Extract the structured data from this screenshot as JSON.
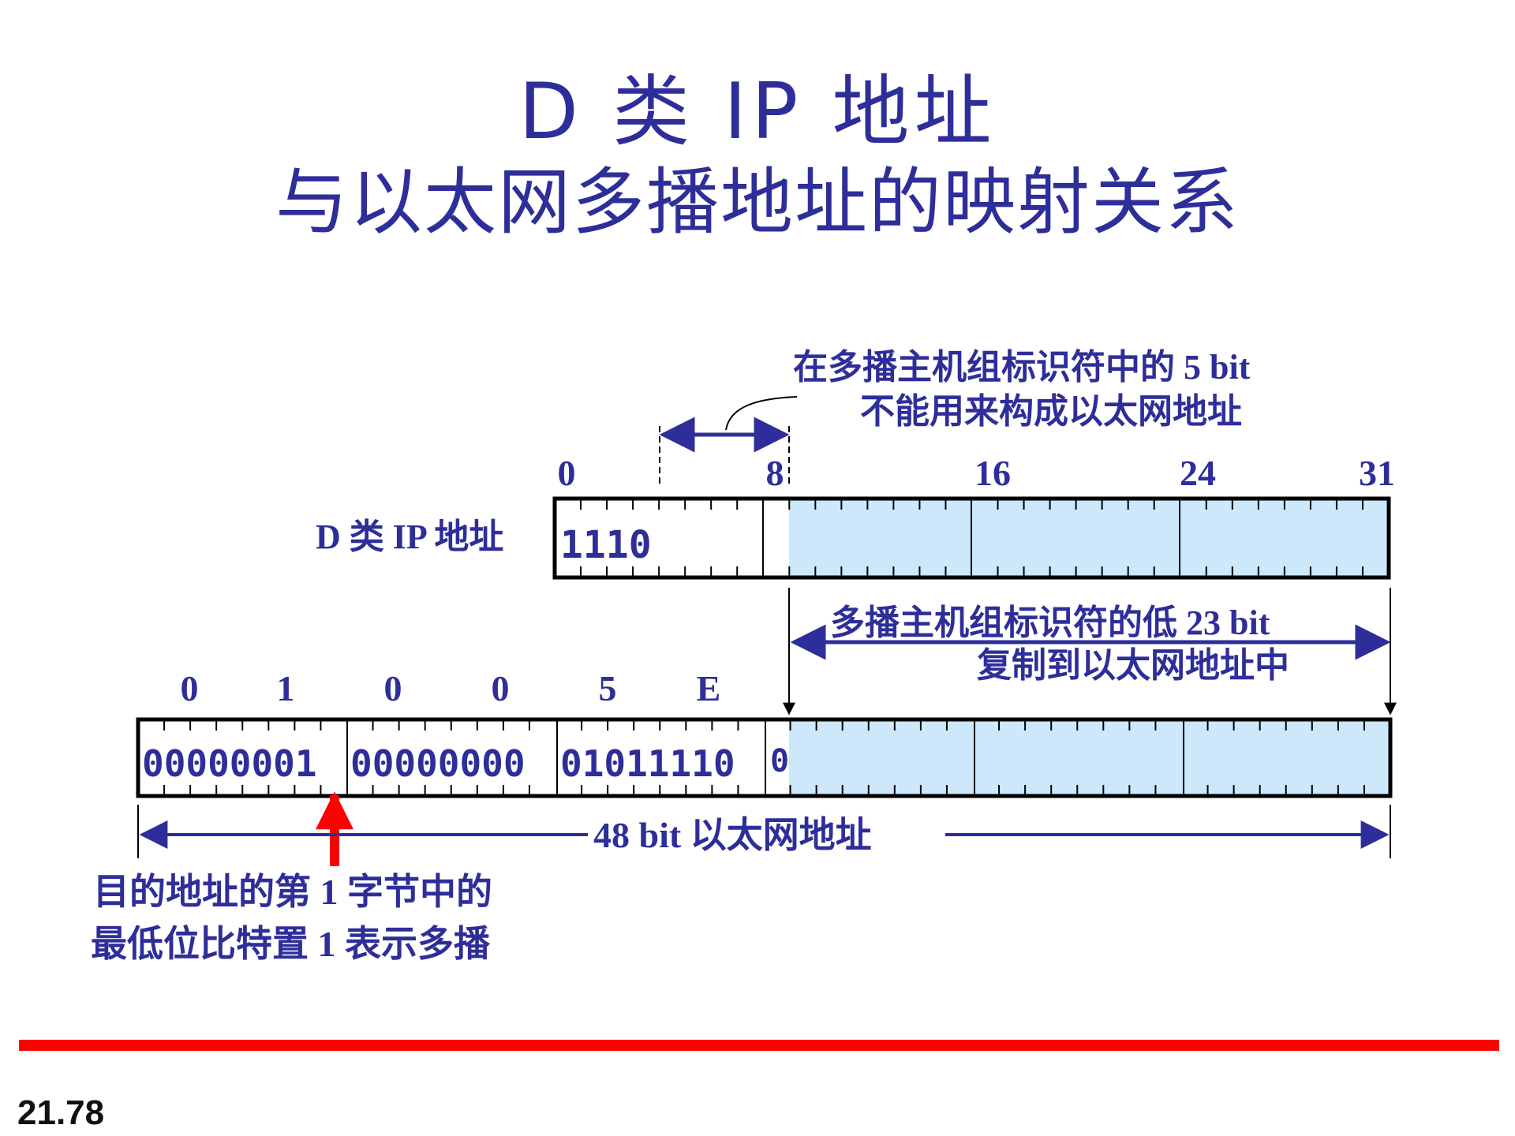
{
  "title": {
    "line1": "D  类  IP  地址",
    "line2": "与以太网多播地址的映射关系"
  },
  "colors": {
    "accent": "#2e2e9a",
    "shade": "#cce8fa",
    "highlight": "#ff0000"
  },
  "ip_address": {
    "label": "D  类   IP  地址",
    "prefix_bits": "1110",
    "bit_markers": [
      "0",
      "8",
      "16",
      "24",
      "31"
    ]
  },
  "notes": {
    "unused_bits_line1": "在多播主机组标识符中的   5 bit",
    "unused_bits_line2": "不能用来构成以太网地址",
    "copied_bits_line1": "多播主机组标识符的低   23 bit",
    "copied_bits_line2": "复制到以太网地址中"
  },
  "ethernet_address": {
    "hex_digits": [
      "0",
      "1",
      "0",
      "0",
      "5",
      "E"
    ],
    "byte_bits": [
      "00000001",
      "00000000",
      "01011110"
    ],
    "bit_after": "0",
    "length_label": "48 bit  以太网地址"
  },
  "multicast_note": {
    "line1": "目的地址的第   1  字节中的",
    "line2": "最低位比特置   1  表示多播"
  },
  "page_number": "21.78"
}
